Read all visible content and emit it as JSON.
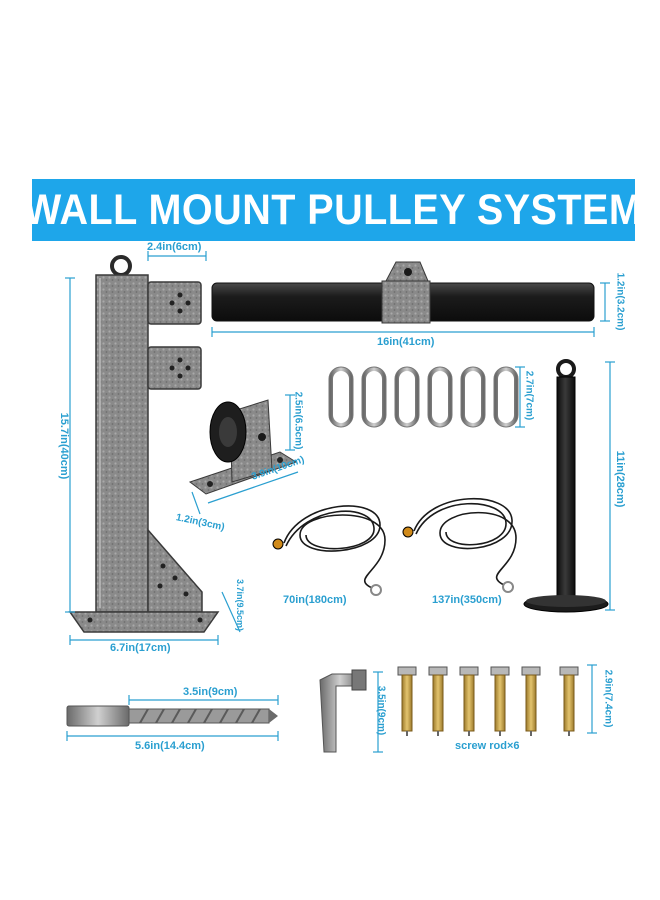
{
  "title": "WALL MOUNT PULLEY SYSTEM",
  "dimensions": {
    "bracket_top_width": "2.4in(6cm)",
    "bracket_height": "15.7in(40cm)",
    "bracket_base_width": "6.7in(17cm)",
    "bracket_base_depth": "3.7in(9.5cm)",
    "bar_diameter": "1.2in(3.2cm)",
    "bar_length": "16in(41cm)",
    "carabiner_length": "2.7in(7cm)",
    "pulley_height": "2.5in(6.5cm)",
    "pulley_length": "3.9in(10cm)",
    "pulley_width": "1.2in(3cm)",
    "loading_pin_height": "11in(28cm)",
    "cable_short": "70in(180cm)",
    "cable_long": "137in(350cm)",
    "drill_bit_tip": "3.5in(9cm)",
    "drill_bit_length": "5.6in(14.4cm)",
    "wrench_length": "3.5in(9cm)",
    "screw_length": "2.9in(7.4cm)",
    "screw_caption": "screw rod×6"
  },
  "colors": {
    "banner": "#1ea6ea",
    "dimension_text": "#2a9fd0",
    "steel": "#8c8c8c",
    "black_part": "#1c1c1c",
    "brass": "#c9a24a"
  }
}
